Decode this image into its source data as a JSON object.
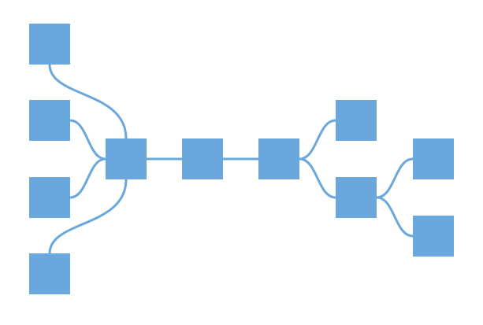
{
  "colors": {
    "background": "#ffffff",
    "node": "#6aa7dc",
    "edge": "#6aa7dc"
  },
  "nodes": [
    {
      "id": "n1"
    },
    {
      "id": "n2"
    },
    {
      "id": "n3"
    },
    {
      "id": "n4"
    },
    {
      "id": "n5"
    },
    {
      "id": "n6"
    },
    {
      "id": "n7"
    },
    {
      "id": "n8"
    },
    {
      "id": "n9"
    },
    {
      "id": "n10"
    },
    {
      "id": "n11"
    }
  ],
  "edges": [
    {
      "from": "n1",
      "to": "n5"
    },
    {
      "from": "n2",
      "to": "n5"
    },
    {
      "from": "n3",
      "to": "n5"
    },
    {
      "from": "n4",
      "to": "n5"
    },
    {
      "from": "n5",
      "to": "n6"
    },
    {
      "from": "n6",
      "to": "n7"
    },
    {
      "from": "n7",
      "to": "n8"
    },
    {
      "from": "n7",
      "to": "n9"
    },
    {
      "from": "n9",
      "to": "n10"
    },
    {
      "from": "n9",
      "to": "n11"
    }
  ]
}
